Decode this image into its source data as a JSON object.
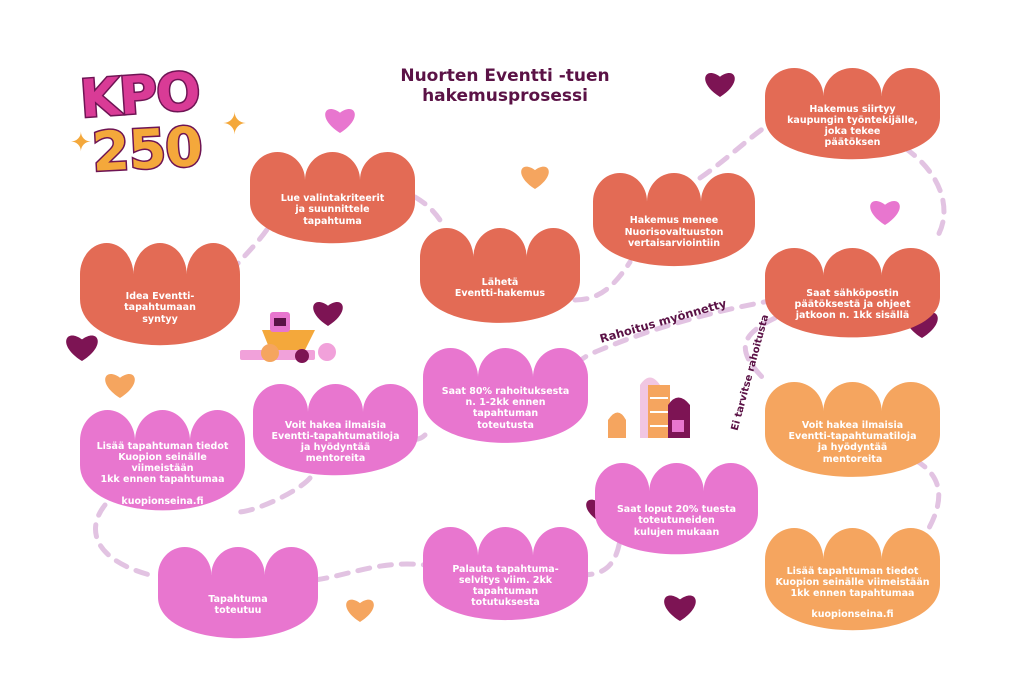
{
  "title": "Nuorten Eventti -tuen\nhakemusprosessi",
  "logo": {
    "line1": "KPO",
    "line2": "250"
  },
  "branches": {
    "approved": "Rahoitus myönnetty",
    "not_needed": "Ei tarvitse rahoitusta"
  },
  "colors": {
    "coral": "#e36b55",
    "pink": "#e876cf",
    "orange": "#f5a55f",
    "plum": "#7d1454",
    "path": "#e2c3e2",
    "title": "#5b1246"
  },
  "steps": [
    {
      "id": "idea",
      "text": "Idea Eventti-\ntapahtumaan\nsyntyy",
      "color": "coral"
    },
    {
      "id": "read",
      "text": "Lue valintakriteerit\nja suunnittele\ntapahtuma",
      "color": "coral"
    },
    {
      "id": "send",
      "text": "Lähetä\nEventti-hakemus",
      "color": "coral"
    },
    {
      "id": "peer",
      "text": "Hakemus menee\nNuorisovaltuuston\nvertaisarviointiin",
      "color": "coral"
    },
    {
      "id": "transfer",
      "text": "Hakemus siirtyy\nkaupungin työntekijälle,\njoka tekee\npäätöksen",
      "color": "coral"
    },
    {
      "id": "email",
      "text": "Saat sähköpostin\npäätöksestä ja ohjeet\njatkoon n. 1kk sisällä",
      "color": "coral"
    },
    {
      "id": "funding80",
      "text": "Saat 80% rahoituksesta\nn. 1-2kk ennen\ntapahtuman\ntoteutusta",
      "color": "pink"
    },
    {
      "id": "spaces_pink",
      "text": "Voit hakea ilmaisia\nEventti-tapahtumatiloja\nja hyödyntää\nmentoreita",
      "color": "pink"
    },
    {
      "id": "wall_pink",
      "text": "Lisää tapahtuman tiedot\nKuopion seinälle viimeistään\n1kk ennen tapahtumaa",
      "link": "kuopionseina.fi",
      "color": "pink"
    },
    {
      "id": "event",
      "text": "Tapahtuma\ntoteutuu",
      "color": "pink"
    },
    {
      "id": "report",
      "text": "Palauta tapahtuma-\nselvitys viim. 2kk\ntapahtuman\ntotutuksesta",
      "color": "pink"
    },
    {
      "id": "funding20",
      "text": "Saat loput 20% tuesta\ntoteutuneiden\nkulujen mukaan",
      "color": "pink"
    },
    {
      "id": "spaces_orange",
      "text": "Voit hakea ilmaisia\nEventti-tapahtumatiloja\nja hyödyntää\nmentoreita",
      "color": "orange"
    },
    {
      "id": "wall_orange",
      "text": "Lisää tapahtuman tiedot\nKuopion seinälle viimeistään\n1kk ennen tapahtumaa",
      "link": "kuopionseina.fi",
      "color": "orange"
    }
  ]
}
